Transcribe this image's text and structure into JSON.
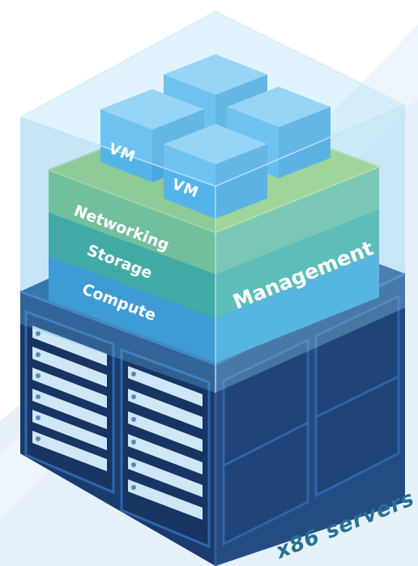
{
  "diagram": {
    "layers": {
      "networking": "Networking",
      "storage": "Storage",
      "compute": "Compute"
    },
    "management_label": "Management",
    "vm_labels": [
      "VM",
      "VM"
    ],
    "servers_label": "x86 servers"
  },
  "colors": {
    "background_light": "#e6f1f9",
    "glass_left": "#5fb5e6",
    "glass_right": "#8fd0f2",
    "networking_left": "#7cc577",
    "storage_left": "#33a583",
    "compute_left": "#2f8ecb",
    "rack_dark": "#1b3a6e",
    "vm_cube": "#4fb4eb",
    "servers_text": "#2a6f97"
  }
}
